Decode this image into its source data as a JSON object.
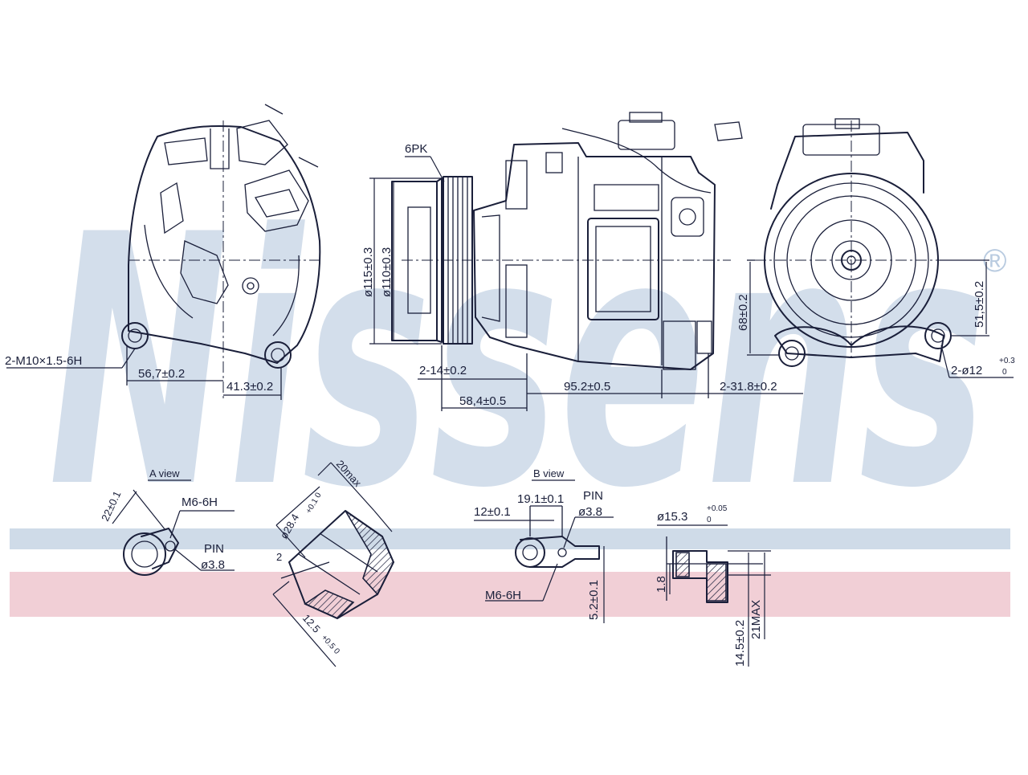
{
  "brand": {
    "watermark": "Nissens",
    "registered_mark": "®",
    "watermark_color": "#c9d8e8",
    "stripe_blue": "#cfdbe8",
    "stripe_pink": "#f1cfd6"
  },
  "line_color": "#1a1f3a",
  "labels": {
    "belt": "6PK",
    "mount_thread": "2-M10×1.5-6H",
    "dim_56_7": "56,7±0.2",
    "dim_41_3": "41.3±0.2",
    "dia_115": "ø115±0.3",
    "dia_110": "ø110±0.3",
    "dim_2_14": "2-14±0.2",
    "dim_58_4": "58,4±0.5",
    "dim_95_2": "95.2±0.5",
    "dim_2_31_8": "2-31.8±0.2",
    "dim_68": "68±0.2",
    "dim_51_5": "51,5±0.2",
    "hole_dia": "2-ø12",
    "hole_tol_upper": "+0.3",
    "hole_tol_lower": "0",
    "view_a": "A view",
    "view_b": "B view",
    "a_dim_22": "22±0.1",
    "a_m6": "M6-6H",
    "a_pin": "PIN",
    "a_pin_dia": "ø3.8",
    "sec_20max": "20max",
    "sec_dia_28": "ø28.4",
    "sec_dia_tol": "+0.1 0",
    "sec_2": "2",
    "sec_12_5": "12.5",
    "sec_12_5_tol": "+0.5 0",
    "b_dim_19_1": "19.1±0.1",
    "b_dim_12": "12±0.1",
    "b_pin": "PIN",
    "b_pin_dia": "ø3.8",
    "b_m6": "M6-6H",
    "b_dim_5_2": "5.2±0.1",
    "c_dia_15_3": "ø15.3",
    "c_dia_tol_upper": "+0.05",
    "c_dia_tol_lower": "0",
    "c_dim_1_8": "1.8",
    "c_dim_14_5": "14.5±0.2",
    "c_dim_21max": "21MAX"
  }
}
